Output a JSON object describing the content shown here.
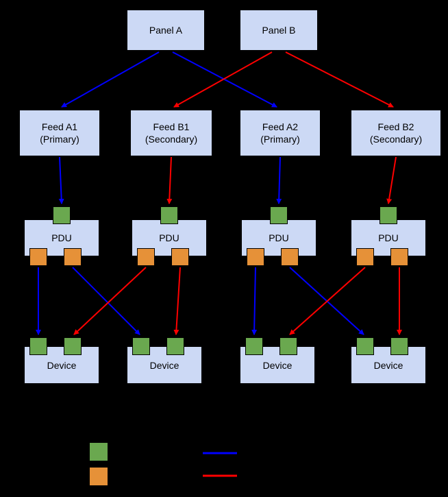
{
  "diagram": {
    "panels": [
      {
        "label": "Panel A"
      },
      {
        "label": "Panel B"
      }
    ],
    "feeds": [
      {
        "line1": "Feed A1",
        "line2": "(Primary)"
      },
      {
        "line1": "Feed B1",
        "line2": "(Secondary)"
      },
      {
        "line1": "Feed A2",
        "line2": "(Primary)"
      },
      {
        "line1": "Feed B2",
        "line2": "(Secondary)"
      }
    ],
    "pdus": [
      {
        "label": "PDU"
      },
      {
        "label": "PDU"
      },
      {
        "label": "PDU"
      },
      {
        "label": "PDU"
      }
    ],
    "devices": [
      {
        "label": "Device"
      },
      {
        "label": "Device"
      },
      {
        "label": "Device"
      },
      {
        "label": "Device"
      }
    ]
  },
  "colors": {
    "background": "#000000",
    "node_fill": "#ccd9f5",
    "node_border": "#000000",
    "input_port_green": "#6aa84f",
    "output_port_orange": "#e69138",
    "primary_path_blue": "#0000ff",
    "secondary_path_red": "#ff0000"
  },
  "legend": {
    "green_swatch_color": "#6aa84f",
    "orange_swatch_color": "#e69138",
    "blue_line_color": "#0000ff",
    "red_line_color": "#ff0000"
  }
}
